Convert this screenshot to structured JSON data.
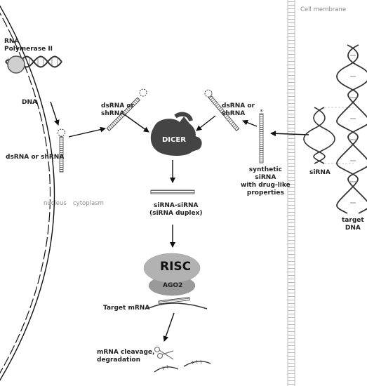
{
  "labels": {
    "rna_polymerase": "RNA\nPolymerase II",
    "dna": "DNA",
    "dsrna_nucleus": "dsRNA or shRNA",
    "nucleus": "nucleus",
    "cytoplasm": "cytoplasm",
    "dsrna_left": "dsRNA or\nshRNA",
    "dsrna_right": "dsRNA or\nshRNA",
    "dicer": "DICER",
    "sirna_duplex": "siRNA-siRNA\n(siRNA duplex)",
    "synthetic_sirna": "synthetic\nsiRNA\nwith drug-like\nproperties",
    "sirna": "siRNA",
    "cell_membrane": "Cell membrane",
    "target_dna": "target\nDNA",
    "risc": "RISC",
    "ago2": "AGO2",
    "target_mrna": "Target mRNA",
    "mrna_cleavage": "mRNA cleavage,\ndegradation"
  },
  "colors": {
    "dicer": "#444444",
    "risc": "#b0b0b0",
    "ago2": "#999999",
    "membrane": "#b8b8b8"
  },
  "icons": {
    "scissors": "scissors-icon"
  }
}
